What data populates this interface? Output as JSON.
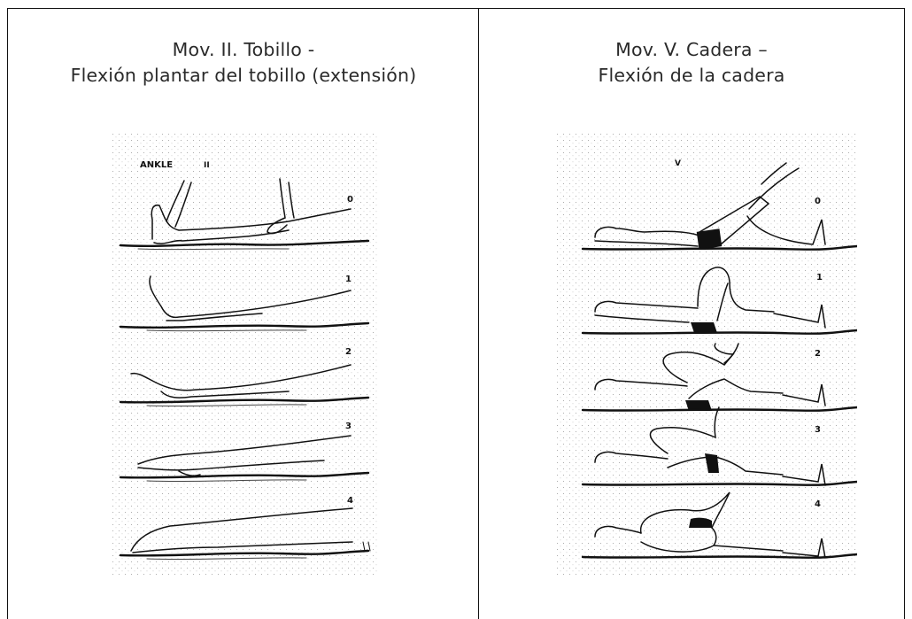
{
  "left_panel": {
    "title_line1": "Mov. II. Tobillo -",
    "title_line2": "Flexión plantar del tobillo (extensión)",
    "figure": {
      "header_label": "ANKLE",
      "roman_numeral": "II",
      "stage_labels": [
        "0",
        "1",
        "2",
        "3",
        "4"
      ]
    }
  },
  "right_panel": {
    "title_line1": "Mov. V. Cadera –",
    "title_line2": "Flexión de la cadera",
    "figure": {
      "roman_numeral": "V",
      "stage_labels": [
        "0",
        "1",
        "2",
        "3",
        "4"
      ]
    }
  }
}
